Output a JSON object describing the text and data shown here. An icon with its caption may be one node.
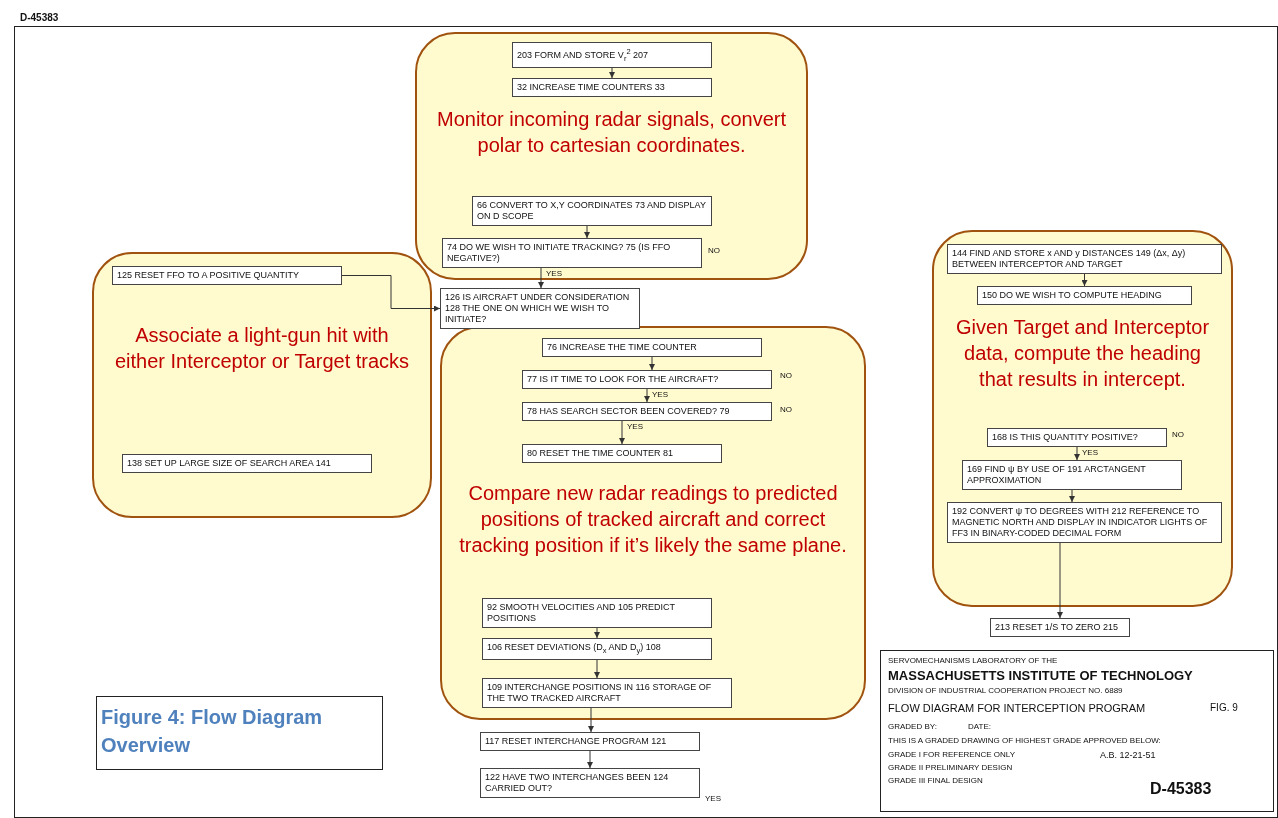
{
  "diagram": {
    "caption": "Figure 4: Flow Diagram Overview",
    "nodes": [
      {
        "text": [
          "Monitor incoming radar signals, convert polar to cartesian coordinates."
        ]
      },
      {
        "text": [
          "203 FORM AND STORE V$_{r}$$^{2}$ 207"
        ],
        "in": 0
      },
      {
        "text": [
          "32 INCREASE TIME COUNTERS 33"
        ],
        "in": 0
      },
      {
        "text": [
          "66 CONVERT TO X,Y COORDINATES 73 AND DISPLAY ON D SCOPE"
        ],
        "in": 0
      },
      {
        "text": [
          "Given Target and Interceptor data, compute the heading that results in intercept."
        ]
      },
      {
        "text": [
          "144 FIND AND STORE x AND y DISTANCES 149 (Δx, Δy) BETWEEN INTERCEPTOR AND TARGET"
        ],
        "in": 4
      },
      {
        "text": [
          "150 DO WE WISH TO COMPUTE HEADING"
        ],
        "in": 4
      },
      {
        "text": [
          "74 DO WE WISH TO INITIATE TRACKING? 75 (IS FFO NEGATIVE?)"
        ],
        "in": 0
      },
      {
        "text": [
          "125 RESET FFO TO A POSITIVE QUANTITY"
        ],
        "in": 9
      },
      {
        "text": [
          "Associate a light-gun hit with either Interceptor or Target tracks"
        ]
      },
      {
        "text": [
          "126 IS AIRCRAFT UNDER CONSIDERATION 128 THE ONE ON WHICH WE WISH TO INITIATE?"
        ]
      },
      {
        "text": [
          "Compare new radar readings to predicted positions of tracked aircraft and correct tracking position if it’s likely the same plane."
        ]
      },
      {
        "text": [
          "76 INCREASE THE TIME COUNTER"
        ],
        "in": 11
      },
      {
        "text": [
          "77 IS IT TIME TO LOOK FOR THE AIRCRAFT?"
        ],
        "in": 11
      },
      {
        "text": [
          "78 HAS SEARCH SECTOR BEEN COVERED? 79"
        ],
        "in": 11
      },
      {
        "text": [
          "80 RESET THE TIME COUNTER 81"
        ],
        "in": 11
      },
      {
        "text": [
          "138 SET UP LARGE SIZE OF SEARCH AREA 141"
        ],
        "in": 9
      },
      {
        "text": [
          "168 IS THIS QUANTITY POSITIVE?"
        ],
        "in": 4
      },
      {
        "text": [
          "169 FIND ψ BY USE OF 191 ARCTANGENT APPROXIMATION"
        ],
        "in": 4
      },
      {
        "text": [
          "192 CONVERT ψ TO DEGREES WITH 212 REFERENCE TO MAGNETIC NORTH AND DISPLAY IN INDICATOR LIGHTS OF FF3 IN BINARY-CODED DECIMAL FORM"
        ],
        "in": 4
      },
      {
        "text": [
          "213 RESET 1/S TO ZERO 215"
        ]
      },
      {
        "text": [
          "92 SMOOTH VELOCITIES AND 105 PREDICT POSITIONS"
        ],
        "in": 11
      },
      {
        "text": [
          "106 RESET DEVIATIONS (D$_{x}$ AND D$_{y}$) 108"
        ],
        "in": 11
      },
      {
        "text": [
          "109 INTERCHANGE POSITIONS IN 116 STORAGE OF THE TWO TRACKED AIRCRAFT"
        ],
        "in": 11
      },
      {
        "text": [
          "117 RESET INTERCHANGE PROGRAM 121"
        ]
      },
      {
        "text": [
          "122 HAVE TWO INTERCHANGES BEEN 124 CARRIED OUT?"
        ]
      }
    ],
    "edges": [
      {
        "from": 1,
        "to": 2,
        "arrow": "to"
      },
      {
        "from": 3,
        "to": 7,
        "arrow": "to"
      },
      {
        "from": 5,
        "to": 6,
        "arrow": "to"
      },
      {
        "from": 7,
        "to": 10,
        "arrow": "to",
        "label": "YES"
      },
      {
        "from": 8,
        "to": 10,
        "arrow": "to"
      },
      {
        "from": 12,
        "to": 13,
        "arrow": "to"
      },
      {
        "from": 13,
        "to": 14,
        "arrow": "to",
        "label": "YES"
      },
      {
        "from": 14,
        "to": 15,
        "arrow": "to",
        "label": "YES"
      },
      {
        "from": 17,
        "to": 18,
        "arrow": "to",
        "label": "YES"
      },
      {
        "from": 18,
        "to": 19,
        "arrow": "to"
      },
      {
        "from": 19,
        "to": 20,
        "arrow": "to"
      },
      {
        "from": 21,
        "to": 22,
        "arrow": "to"
      },
      {
        "from": 22,
        "to": 23,
        "arrow": "to"
      },
      {
        "from": 23,
        "to": 24,
        "arrow": "to"
      },
      {
        "from": 24,
        "to": 25,
        "arrow": "to"
      }
    ],
    "labels": [
      "D-45383",
      "NO",
      "NO",
      "NO",
      "NO",
      "YES",
      "SERVOMECHANISMS LABORATORY OF THE",
      "MASSACHUSETTS INSTITUTE OF TECHNOLOGY",
      "DIVISION OF INDUSTRIAL COOPERATION PROJECT NO. 6889",
      "FLOW DIAGRAM FOR INTERCEPTION PROGRAM",
      "FIG. 9",
      "GRADED BY:",
      "DATE:",
      "THIS IS A GRADED DRAWING OF HIGHEST GRADE APPROVED BELOW:",
      "GRADE I FOR REFERENCE ONLY",
      "GRADE II PRELIMINARY DESIGN",
      "GRADE III FINAL DESIGN",
      "A.B. 12-21-51",
      "D-45383"
    ]
  }
}
